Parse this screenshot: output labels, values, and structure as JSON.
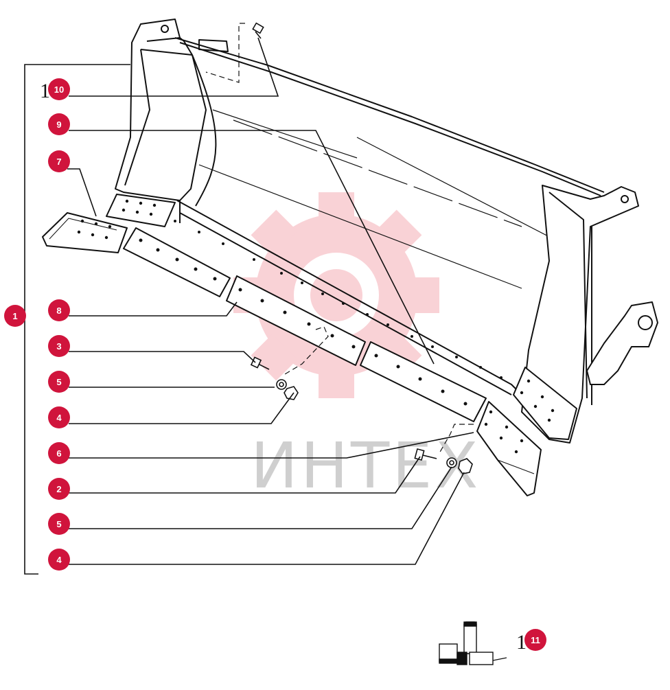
{
  "diagram": {
    "watermark_text": "ИНТЕХ",
    "callout_color": "#d0143c",
    "line_color": "#111111",
    "callouts": [
      {
        "id": "c10",
        "label": "10",
        "prefix": "1"
      },
      {
        "id": "c9",
        "label": "9"
      },
      {
        "id": "c7",
        "label": "7"
      },
      {
        "id": "c1",
        "label": "1"
      },
      {
        "id": "c8",
        "label": "8"
      },
      {
        "id": "c3a",
        "label": "3"
      },
      {
        "id": "c5a",
        "label": "5"
      },
      {
        "id": "c4a",
        "label": "4"
      },
      {
        "id": "c6",
        "label": "6"
      },
      {
        "id": "c2",
        "label": "2"
      },
      {
        "id": "c5b",
        "label": "5"
      },
      {
        "id": "c4b",
        "label": "4"
      },
      {
        "id": "c11",
        "label": "11",
        "prefix": "1"
      }
    ]
  }
}
